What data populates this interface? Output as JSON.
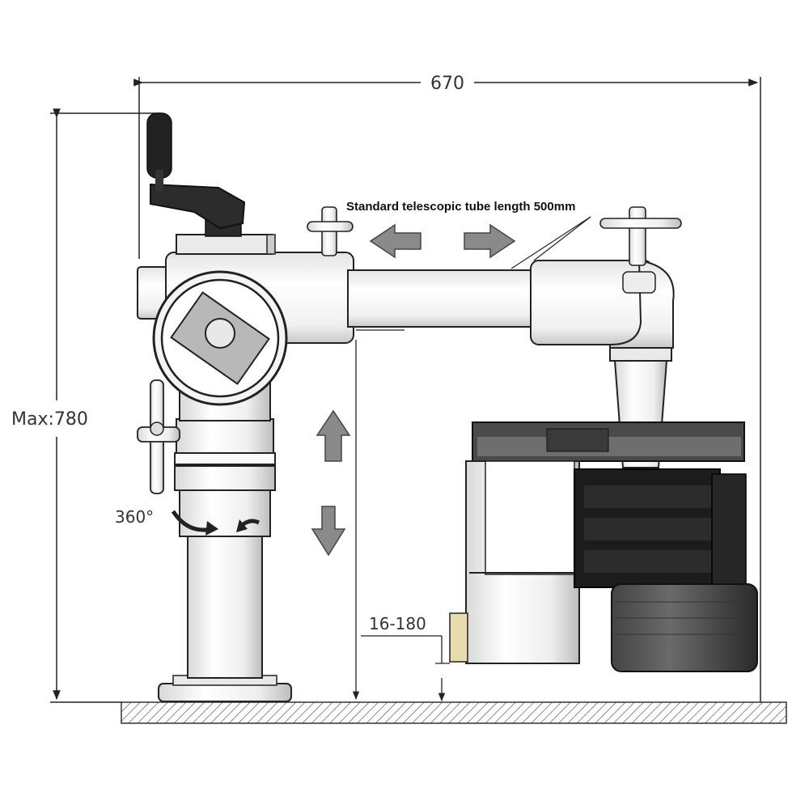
{
  "dimensions": {
    "width_label": "670",
    "height_label": "Max:780",
    "clearance_label": "16-180",
    "rotation_label": "360°"
  },
  "annotation": {
    "tube_note": "Standard telescopic tube length 500mm"
  },
  "colors": {
    "line": "#222222",
    "metal_light": "#f2f2f2",
    "metal_mid": "#cfcfcf",
    "motor_dark": "#1a1a1a",
    "motor_grey": "#5a5a5a",
    "arrow_grey": "#8a8a8a",
    "nameplate": "#e6dcb0"
  },
  "icons": {
    "arrows": [
      "arrow-left-icon",
      "arrow-right-icon",
      "arrow-up-icon",
      "arrow-down-icon",
      "rotation-arrow-icon"
    ]
  }
}
